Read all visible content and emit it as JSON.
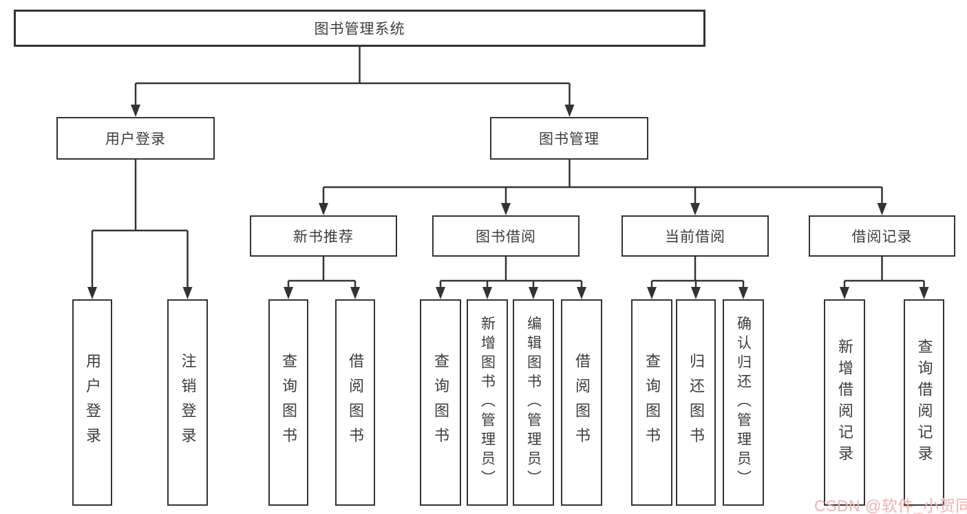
{
  "tree": {
    "root": {
      "label": "图书管理系统"
    },
    "level2": [
      {
        "label": "用户登录",
        "children": [
          {
            "label": "用户登录"
          },
          {
            "label": "注销登录"
          }
        ]
      },
      {
        "label": "图书管理",
        "children": [
          {
            "label": "新书推荐",
            "children": [
              {
                "label": "查询图书"
              },
              {
                "label": "借阅图书"
              }
            ]
          },
          {
            "label": "图书借阅",
            "children": [
              {
                "label": "查询图书"
              },
              {
                "label": "新增图书（管理员）"
              },
              {
                "label": "编辑图书（管理员）"
              },
              {
                "label": "借阅图书"
              }
            ]
          },
          {
            "label": "当前借阅",
            "children": [
              {
                "label": "查询图书"
              },
              {
                "label": "归还图书"
              },
              {
                "label": "确认归还（管理员）"
              }
            ]
          },
          {
            "label": "借阅记录",
            "children": [
              {
                "label": "新增借阅记录"
              },
              {
                "label": "查询借阅记录"
              }
            ]
          }
        ]
      }
    ]
  },
  "watermark": {
    "text": "CSDN @软件_小贺同学",
    "color": "#f0b2b2"
  },
  "colors": {
    "line": "#333333",
    "box_background": "#ffffff",
    "text": "#3d3d3d"
  }
}
